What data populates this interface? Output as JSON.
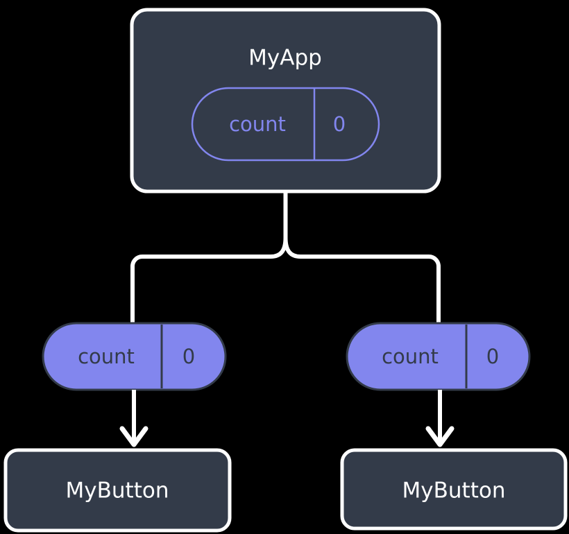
{
  "diagram": {
    "type": "component-state-tree",
    "background_color": "#000000",
    "colors": {
      "node_fill": "#333b49",
      "node_border": "#ffffff",
      "node_text": "#ffffff",
      "accent_purple": "#8286ee",
      "pill_text_dark": "#333b49",
      "edge": "#ffffff"
    },
    "nodes": {
      "root": {
        "label": "MyApp",
        "state": {
          "key_label": "count",
          "value_label": "0"
        }
      },
      "left_state": {
        "key_label": "count",
        "value_label": "0"
      },
      "right_state": {
        "key_label": "count",
        "value_label": "0"
      },
      "left_child": {
        "label": "MyButton"
      },
      "right_child": {
        "label": "MyButton"
      }
    },
    "edges": [
      {
        "from": "MyApp",
        "to": "left count pill",
        "style": "branch"
      },
      {
        "from": "MyApp",
        "to": "right count pill",
        "style": "branch"
      },
      {
        "from": "left count pill",
        "to": "left MyButton",
        "style": "arrow"
      },
      {
        "from": "right count pill",
        "to": "right MyButton",
        "style": "arrow"
      }
    ]
  }
}
